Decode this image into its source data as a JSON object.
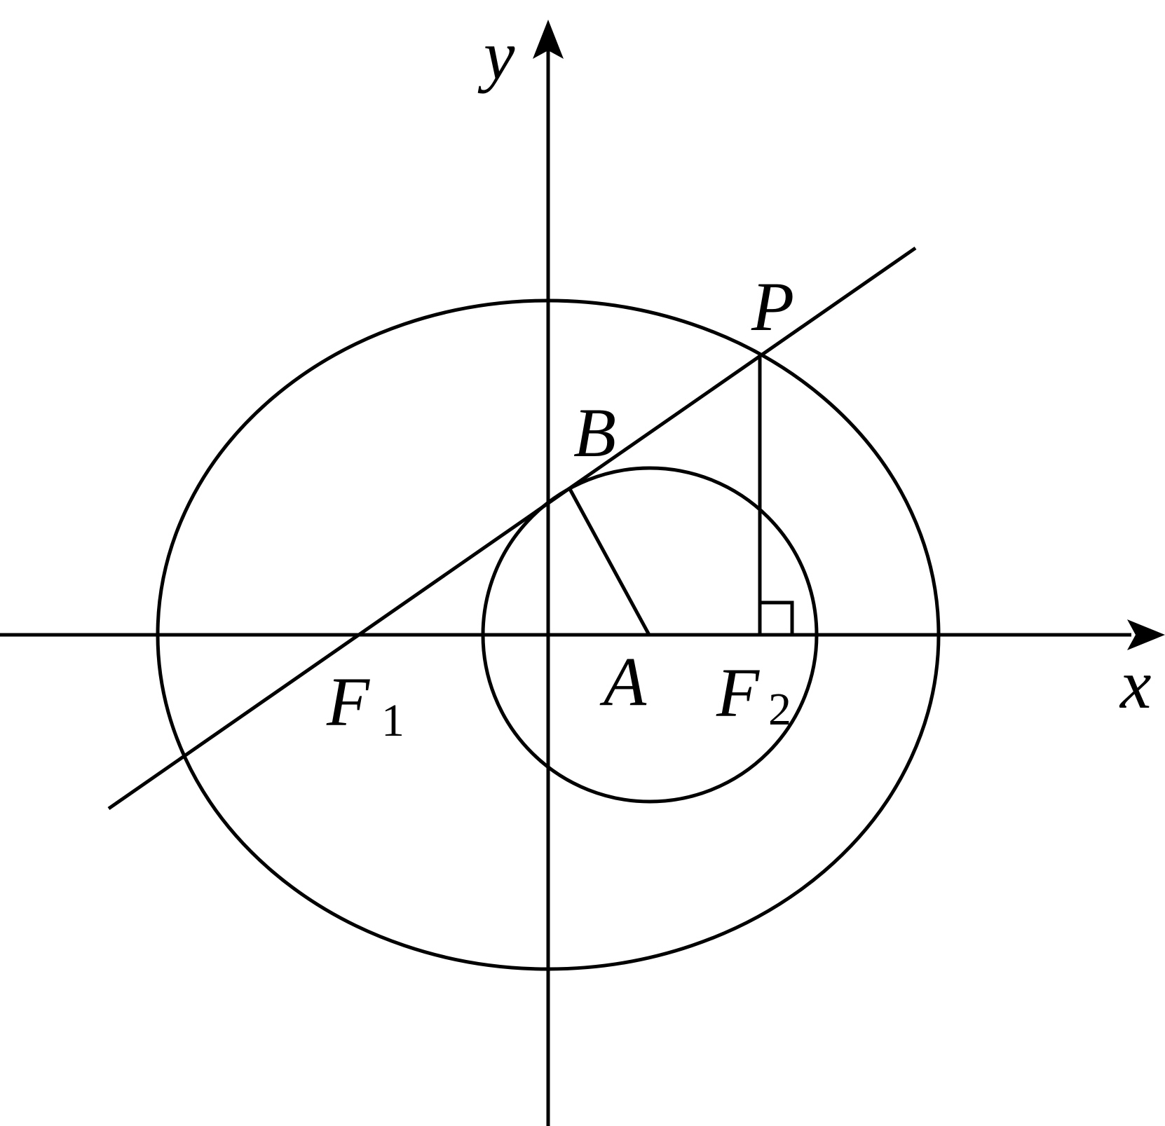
{
  "figure": {
    "ink_color": "#000000",
    "background_color": "#ffffff",
    "labels": {
      "x_axis": "x",
      "y_axis": "y",
      "point_p": "P",
      "point_b": "B",
      "point_a": "A",
      "focus_left_letter": "F",
      "focus_left_sub": "1",
      "focus_right_letter": "F",
      "focus_right_sub": "2"
    }
  }
}
